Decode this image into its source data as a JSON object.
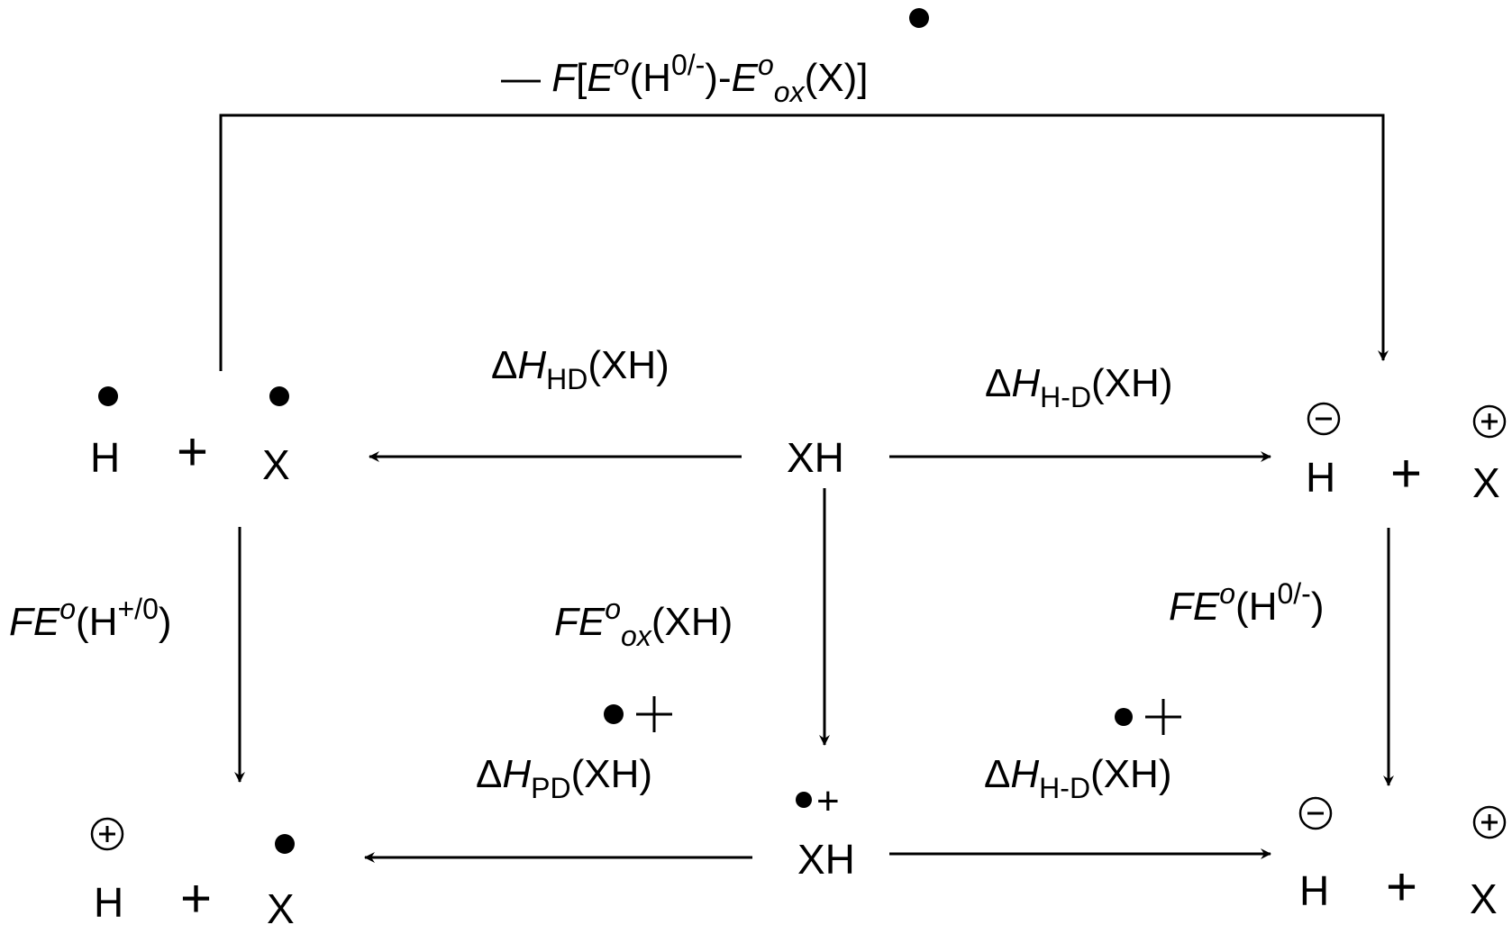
{
  "colors": {
    "ink": "#000000",
    "background": "#ffffff"
  },
  "species": {
    "tl_left": "H",
    "tl_plus": "+",
    "tl_right": "X",
    "center_top": "XH",
    "tr_left": "H",
    "tr_plus": "+",
    "tr_right": "X",
    "bl_left": "H",
    "bl_plus": "+",
    "bl_right": "X",
    "center_bottom": "XH",
    "br_left": "H",
    "br_plus": "+",
    "br_right": "X"
  },
  "labels": {
    "top_arrow": {
      "minus": "—",
      "F": "F",
      "open": "[",
      "E1": "E",
      "o1": "o",
      "p1": "(H",
      "s1": "0/-",
      "mid": ")-",
      "E2": "E",
      "o2": "o",
      "sub2": "ox",
      "p2": "(X)]"
    },
    "hd": {
      "delta": "Δ",
      "H": "H",
      "sub": "HD",
      "tail": "(XH)"
    },
    "hd_right": {
      "delta": "Δ",
      "H": "H",
      "sub": "H-D",
      "tail": "(XH)"
    },
    "left_vert": {
      "F": "F",
      "E": "E",
      "o": "o",
      "p": "(H",
      "sup": "+/0",
      "close": ")"
    },
    "center_vert": {
      "F": "F",
      "E": "E",
      "o": "o",
      "sub": "ox",
      "tail": "(XH)"
    },
    "right_vert": {
      "F": "F",
      "E": "E",
      "o": "o",
      "p": "(H",
      "sup": "0/-",
      "close": ")"
    },
    "pd": {
      "delta": "Δ",
      "H": "H",
      "sub": "PD",
      "tail": "(XH)"
    },
    "hd_bottom_right": {
      "delta": "Δ",
      "H": "H",
      "sub": "H-D",
      "tail": "(XH)"
    }
  },
  "marks": {
    "plus": "+"
  }
}
